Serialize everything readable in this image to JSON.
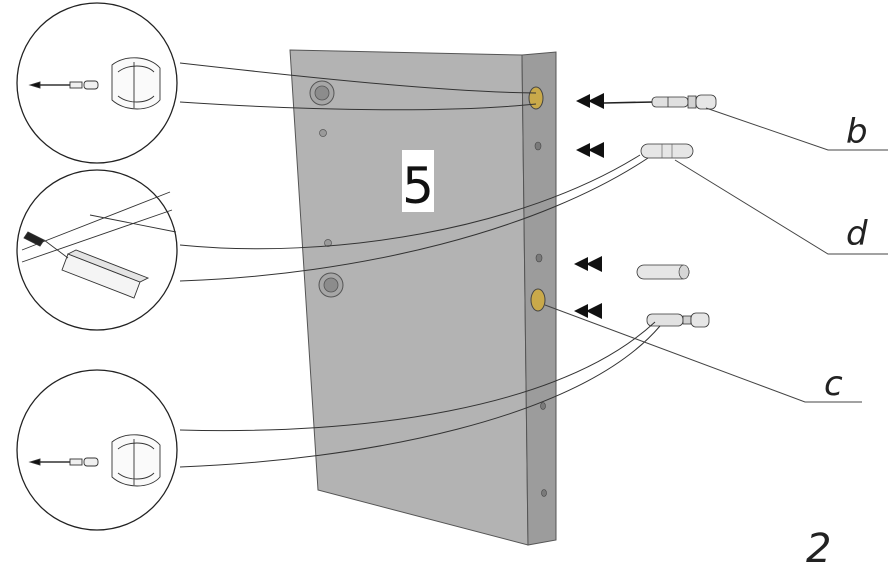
{
  "panel": {
    "number": "5",
    "body_color": "#b3b3b3",
    "edge_color": "#9c9c9c",
    "hole_brass_color": "#c9a94a"
  },
  "labels": {
    "b": "b",
    "d": "d",
    "c": "c"
  },
  "step_number": "2",
  "callouts": [
    {
      "id": "detail-top",
      "content": "cam-lock-screwdriver-icon"
    },
    {
      "id": "detail-middle",
      "content": "dowel-insertion-icon"
    },
    {
      "id": "detail-bottom",
      "content": "cam-lock-screwdriver-icon"
    }
  ],
  "hardware": [
    {
      "id": "cam-bolt-top",
      "type": "cam-bolt"
    },
    {
      "id": "dowel-upper",
      "type": "wooden-dowel"
    },
    {
      "id": "dowel-lower",
      "type": "wooden-dowel"
    },
    {
      "id": "cam-bolt-bottom",
      "type": "cam-bolt"
    }
  ]
}
